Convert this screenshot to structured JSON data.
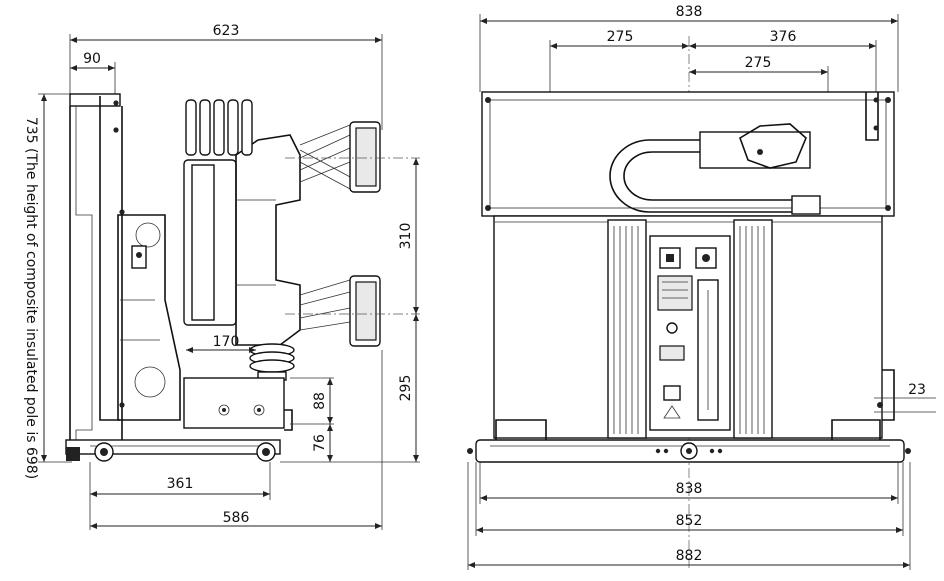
{
  "side_view": {
    "dims": {
      "overall_depth": "623",
      "front_offset": "90",
      "pole_spacing": "310",
      "lower_terminal_height": "295",
      "arm_length": "170",
      "wheel_dim_88": "88",
      "wheel_dim_76": "76",
      "wheel_base": "361",
      "base_depth": "586"
    },
    "height_note": "735 (The height of composite insulated pole is 698)"
  },
  "front_view": {
    "dims": {
      "top_width": "838",
      "left_offset": "275",
      "right_offset": "376",
      "right_inner": "275",
      "side_23": "23",
      "bottom_838": "838",
      "bottom_852": "852",
      "bottom_882": "882"
    }
  }
}
